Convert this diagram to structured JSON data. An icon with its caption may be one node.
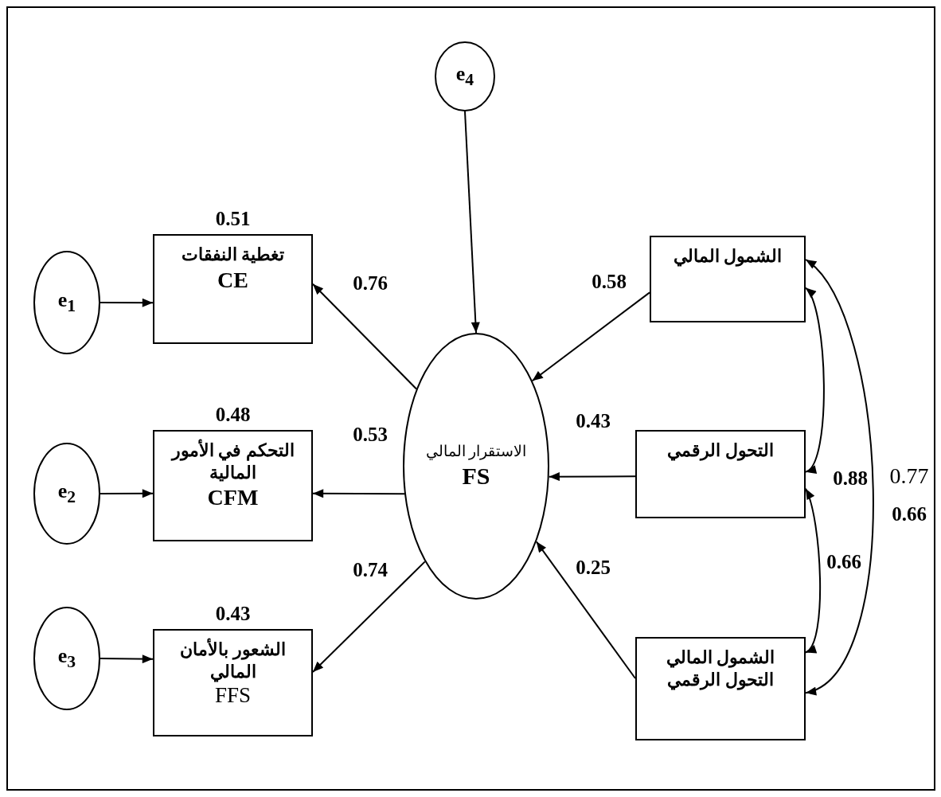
{
  "diagram": {
    "nodes": [
      {
        "text": [
          "e$_{4}$"
        ]
      },
      {
        "text": [
          "e$_{1}$"
        ]
      },
      {
        "text": [
          "تغطية النفقات",
          "CE"
        ],
        "beside": [
          "0.51"
        ]
      },
      {
        "text": [
          "e$_{2}$"
        ]
      },
      {
        "text": [
          "التحكم في الأمور المالية",
          "CFM"
        ],
        "beside": [
          "0.48"
        ]
      },
      {
        "text": [
          "e$_{3}$"
        ]
      },
      {
        "text": [
          "الشعور بالأمان المالي",
          "FFS"
        ],
        "beside": [
          "0.43"
        ]
      },
      {
        "text": [
          "الاستقرار المالي",
          "FS"
        ]
      },
      {
        "text": [
          "الشمول المالي"
        ]
      },
      {
        "text": [
          "التحول الرقمي"
        ]
      },
      {
        "text": [
          "الشمول المالي التحول الرقمي"
        ]
      }
    ],
    "edges": [
      {
        "from": 1,
        "to": 2,
        "arrow": "to"
      },
      {
        "from": 3,
        "to": 4,
        "arrow": "to"
      },
      {
        "from": 5,
        "to": 6,
        "arrow": "to"
      },
      {
        "from": 0,
        "to": 7,
        "arrow": "to"
      },
      {
        "from": 7,
        "to": 2,
        "arrow": "to",
        "label": "0.76"
      },
      {
        "from": 7,
        "to": 4,
        "arrow": "to",
        "label": "0.53"
      },
      {
        "from": 7,
        "to": 6,
        "arrow": "to",
        "label": "0.74"
      },
      {
        "from": 8,
        "to": 7,
        "arrow": "to",
        "label": "0.58"
      },
      {
        "from": 9,
        "to": 7,
        "arrow": "to",
        "label": "0.43"
      },
      {
        "from": 10,
        "to": 7,
        "arrow": "to",
        "label": "0.25"
      },
      {
        "from": 8,
        "to": 9,
        "arrow": "both",
        "label": "0.88"
      },
      {
        "from": 9,
        "to": 10,
        "arrow": "both",
        "label": "0.66"
      },
      {
        "from": 8,
        "to": 10,
        "arrow": "both",
        "label": "0.66"
      }
    ],
    "labels": [
      "0.77"
    ]
  }
}
